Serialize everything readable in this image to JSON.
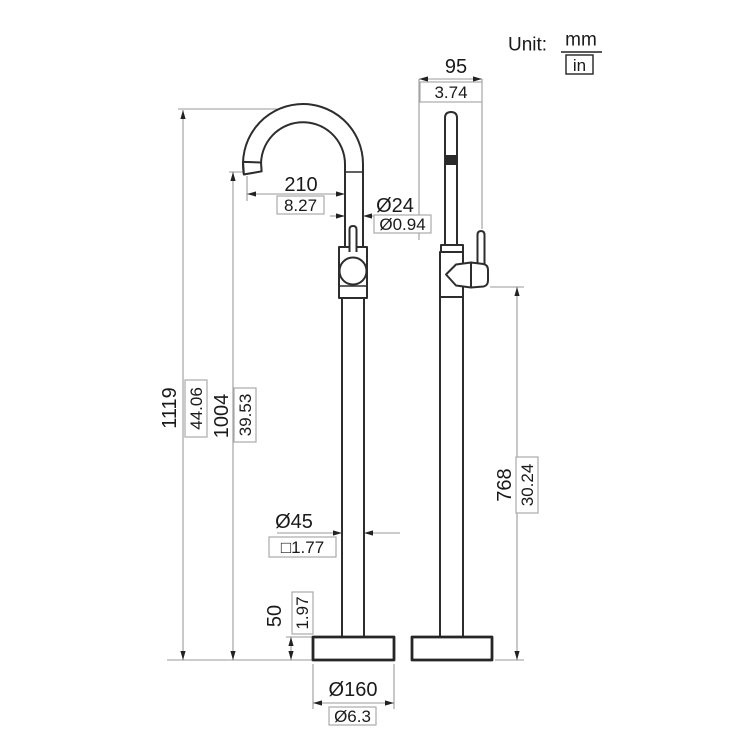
{
  "title": {
    "unit_prefix": "Unit:",
    "unit_mm": "mm",
    "unit_in": "in"
  },
  "drawing": {
    "subject": "freestanding-tub-faucet",
    "views": [
      "front-view",
      "side-view"
    ]
  },
  "dims": {
    "total_height": {
      "mm": "1119",
      "in": "44.06"
    },
    "spout_height": {
      "mm": "1004",
      "in": "39.53"
    },
    "spout_reach": {
      "mm": "210",
      "in": "8.27"
    },
    "spout_tube_diameter": {
      "mm": "Ø24",
      "in": "Ø0.94"
    },
    "column_diameter": {
      "mm": "Ø45",
      "in": "□1.77"
    },
    "base_height": {
      "mm": "50",
      "in": "1.97"
    },
    "base_diameter": {
      "mm": "Ø160",
      "in": "Ø6.3"
    },
    "body_depth": {
      "mm": "95",
      "in": "3.74"
    },
    "handle_height": {
      "mm": "768",
      "in": "30.24"
    }
  },
  "colors": {
    "outline": "#2d2d2d",
    "dimension_line": "#9a9a9a",
    "text": "#1a1a1a",
    "value_box_border": "#ababab",
    "background": "#ffffff"
  }
}
